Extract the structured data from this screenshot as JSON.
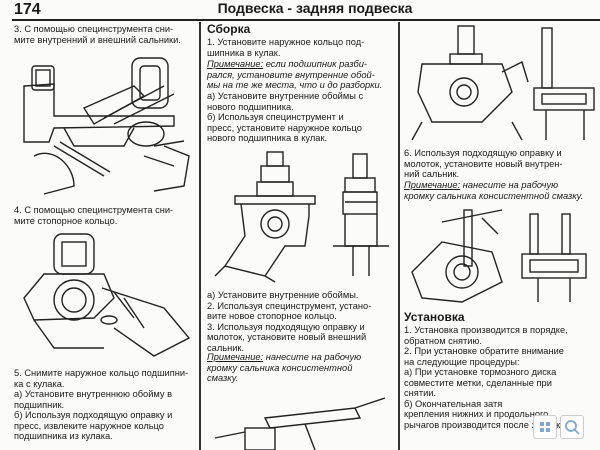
{
  "page": {
    "number": "174",
    "title": "Подвеска - задняя подвеска"
  },
  "left": {
    "s3": [
      "3. С помощью специнструмента сни-",
      "мите внутренний и внешний сальники."
    ],
    "s4": [
      "4. С помощью специнструмента сни-",
      "мите стопорное кольцо."
    ],
    "s5": [
      "5. Снимите наружное кольцо подшипни-",
      "ка с кулака.",
      "   а) Установите внутреннюю обойму в",
      "   подшипник.",
      "   б) Используя подходящую оправку и",
      "   пресс, извлеките наружное кольцо",
      "   подшипника из кулака."
    ]
  },
  "mid": {
    "heading": "Сборка",
    "s1": [
      "1. Установите наружное кольцо под-",
      "шипника в кулак."
    ],
    "note_label": "Примечание:",
    "note1": [
      " если подшипник разби-",
      "рался, установите внутренние обой-",
      "мы на те же места, что и до разборки."
    ],
    "s1ab": [
      "   а) Установите внутренние обоймы с",
      "   нового подшипника.",
      "   б) Используя специнструмент и",
      "   пресс, установите наружное кольцо",
      "   нового подшипника в кулак."
    ],
    "s2": [
      "а) Установите внутренние обоймы.",
      "2. Используя специнструмент, устано-",
      "вите новое стопорное кольцо.",
      "3. Используя подходящую оправку и",
      "молоток, установите новый внешний",
      "сальник."
    ],
    "note2": [
      " нанесите на рабочую",
      "кромку сальника консистентной",
      "смазку."
    ]
  },
  "right": {
    "s6": [
      "6. Используя подходящую оправку и",
      "молоток, установите новый внутрен-",
      "ний сальник."
    ],
    "note3": [
      " нанесите на рабочую",
      "кромку сальника консистентной смазку."
    ],
    "heading": "Установка",
    "body": [
      "1. Установка производится в порядке,",
      "обратном снятию.",
      "2. При установке обратите внимание",
      "на следующие процедуры:",
      "   а) При установке тормозного диска",
      "   совместите метки, сделанные при",
      "   снятии.",
      "   б) Окончательная затя",
      "   крепления нижних и продольного",
      "   рычагов производится после затяжки"
    ]
  },
  "icons": [
    "grid-view-icon",
    "zoom-search-icon"
  ]
}
